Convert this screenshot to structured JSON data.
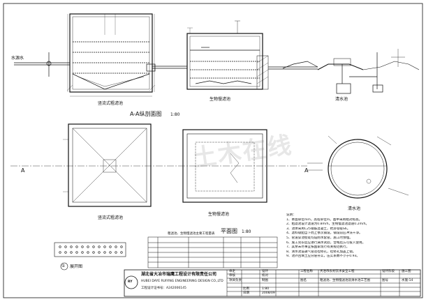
{
  "titles": {
    "section": "A-A纵剖面图",
    "section_scale": "1:80",
    "plan": "平面图",
    "plan_scale": "1:80",
    "table_title": "粗滤池、生物慢滤池主要工程量表",
    "detail": "展开图",
    "detail_num": "①"
  },
  "labels": {
    "inlet": "水源水",
    "rough_filter_section": "竖流式粗滤池",
    "bio_filter_section": "生物慢滤池",
    "clear_well_section": "清水池",
    "rough_filter_plan": "竖流式粗滤池",
    "bio_filter_plan": "生物慢滤池",
    "clear_well_plan": "清水池",
    "axis_a_left": "A",
    "axis_a_right": "A"
  },
  "watermark": "土木在线",
  "notes": [
    "说明：",
    "1、本图单位mm，高程单位m。图中采用相对标高。",
    "2、粗滤池设计滤速为0.8m/h，生物慢滤池滤速0.2m/h。",
    "3、池体采用C25钢筋混凝土，抗渗等级S6。",
    "4、滤料级配自下而上依次铺设，铺设前应冲洗干净。",
    "5、管道穿池壁处均设防水套管，施工时预埋。",
    "6、施工完毕后应进行满水试验，合格后方可投入使用。",
    "7、其余未尽事宜按国家现行有关规范执行。",
    "8、清水池设通气管及检修孔，检修孔加盖上锁。",
    "9、池外回填土应分层夯实，压实系数不小于0.93。"
  ],
  "company": {
    "name_cn": "湖北省大冶市瑞鹰工程设计有限责任公司",
    "name_en": "HUBEI DAYE RUIYING ENGINEERING DESIGN CO.,LTD",
    "cert": "工程设计证书号：A242006145",
    "logo_text": "RY"
  },
  "titleblock": {
    "roles": [
      "审定",
      "审核",
      "项目负责",
      "设计",
      "校对",
      "制图"
    ],
    "col_heads": [
      "工程名称",
      "图名",
      "设计阶段",
      "图号"
    ],
    "project": "大冶市农村饮水安全工程",
    "drawing_name": "粗滤池、生物慢滤池及清水池工艺图",
    "stage": "施工图",
    "drawing_no": "水施-14",
    "scale_label": "比例",
    "scale_value": "1:80",
    "date_label": "日期",
    "date_value": "2008/09"
  }
}
